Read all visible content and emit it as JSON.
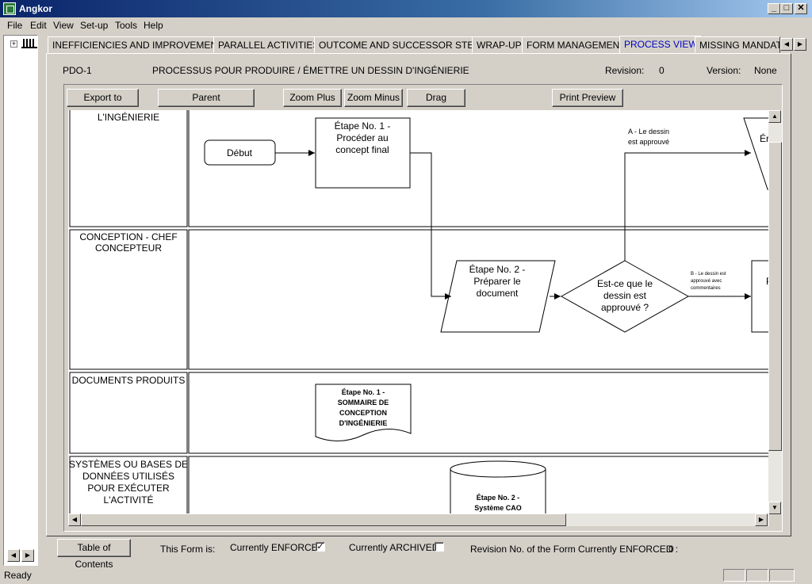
{
  "window": {
    "title": "Angkor"
  },
  "menu": [
    "File",
    "Edit",
    "View",
    "Set-up",
    "Tools",
    "Help"
  ],
  "tabs": [
    "INEFFICIENCIES AND IMPROVEMENTS",
    "PARALLEL ACTIVITIES",
    "OUTCOME AND SUCCESSOR STEPS",
    "WRAP-UP",
    "FORM MANAGEMENT",
    "PROCESS VIEW",
    "MISSING MANDATC"
  ],
  "active_tab": "PROCESS VIEW",
  "header": {
    "code": "PDO-1",
    "process_title": "PROCESSUS POUR PRODUIRE / ÉMETTRE UN DESSIN D'INGÉNIERIE",
    "revision_label": "Revision:",
    "revision_value": "0",
    "version_label": "Version:",
    "version_value": "None"
  },
  "toolbar": {
    "export": "Export to Metafile",
    "parent": "Parent PROCESSES...",
    "zoom_plus": "Zoom Plus",
    "zoom_minus": "Zoom Minus",
    "drag": "Drag",
    "print_preview": "Print Preview"
  },
  "diagram": {
    "lanes": [
      [
        "L'INGÉNIERIE"
      ],
      [
        "CONCEPTION - CHEF",
        "CONCEPTEUR"
      ],
      [
        "DOCUMENTS PRODUITS"
      ],
      [
        "SYSTÈMES OU BASES DE",
        "DONNÉES UTILISÉS",
        "POUR EXÉCUTER",
        "L'ACTIVITÉ"
      ]
    ],
    "start": "Début",
    "step1": [
      "Étape No. 1 -",
      "Procéder au",
      "concept final"
    ],
    "step2": [
      "Étape No. 2 -",
      "Préparer le",
      "document"
    ],
    "decision": [
      "Est-ce que le",
      "dessin est",
      "approuvé ?"
    ],
    "label_a": [
      "A - Le dessin",
      "est approuvé"
    ],
    "label_b": [
      "B - Le dessin est",
      "approuvé avec",
      "commentaires"
    ],
    "doc1": [
      "Étape No. 1 -",
      "SOMMAIRE DE",
      "CONCEPTION",
      "D'INGÉNIERIE"
    ],
    "db2": [
      "Étape No. 2 -",
      "Système CAO"
    ],
    "partial_top": "Ér",
    "partial_mid": "P"
  },
  "bottom": {
    "toc": "Table of Contents",
    "this_form": "This Form is:",
    "enforced": "Currently ENFORCED",
    "enforced_checked": "✓",
    "archived": "Currently ARCHIVED",
    "revision_enforced_label": "Revision No. of the Form Currently ENFORCED :",
    "revision_enforced_value": "0"
  },
  "status": {
    "text": "Ready"
  }
}
